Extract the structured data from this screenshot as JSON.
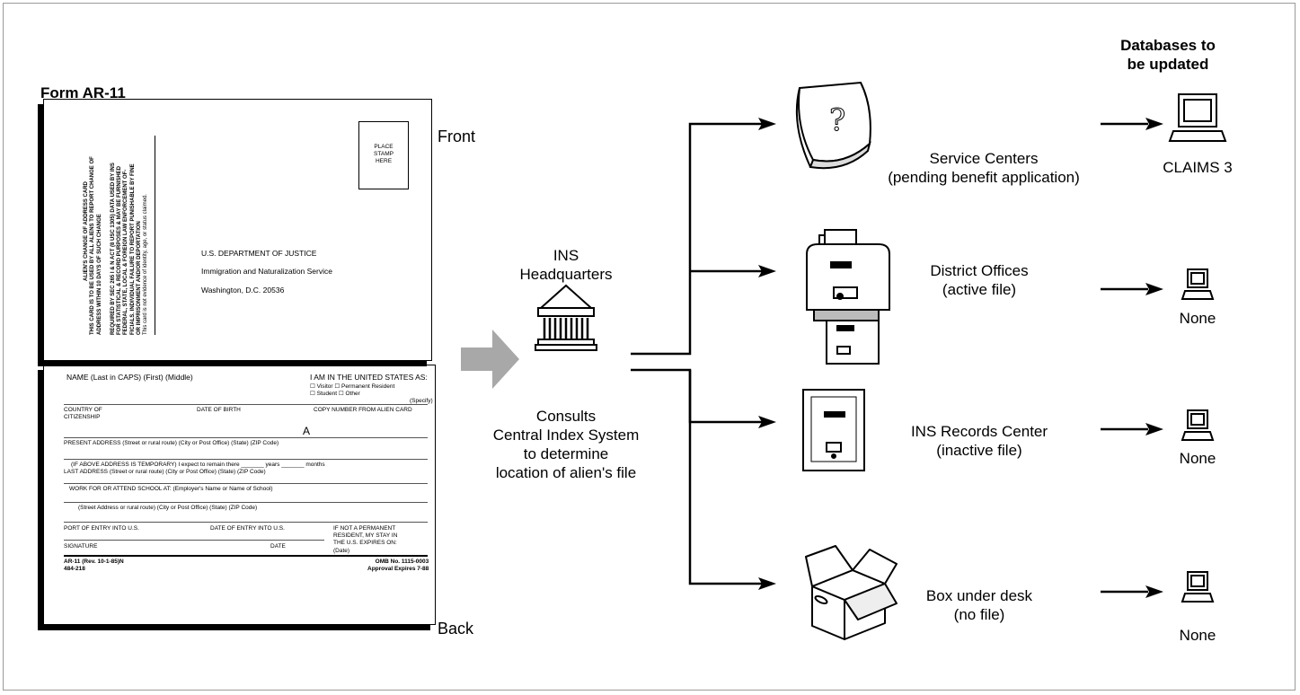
{
  "header": {
    "databases_title": [
      "Databases to",
      "be updated"
    ],
    "form_title": "Form AR-11",
    "front_label": "Front",
    "back_label": "Back"
  },
  "front_card": {
    "stamp": [
      "PLACE",
      "STAMP",
      "HERE"
    ],
    "address": [
      "U.S. DEPARTMENT OF JUSTICE",
      "Immigration and Naturalization Service",
      "Washington, D.C.  20536"
    ],
    "side_title": "ALIEN'S CHANGE OF ADDRESS CARD",
    "side_text": [
      "THIS CARD IS TO BE USED BY ALL ALIENS TO REPORT CHANGE OF",
      "ADDRESS WITHIN 10 DAYS OF SUCH CHANGE",
      "",
      "REQUIRED BY SEC 265 I & N ACT (8 USC 1305) DATA USED BY INS",
      "FOR STATISTICAL & RECORD PURPOSES & MAY BE FURNISHED",
      "FEDERAL, STATE, LOCAL & FOREIGN LAW ENFORCEMENT OF-",
      "FICIALS.  INDIVIDUAL FAILURE TO REPORT PUNISHABLE BY FINE",
      "OR IMPRISONMENT AND/OR DEPORTATION"
    ],
    "side_note": "This card is not evidence of identity, age, or status claimed."
  },
  "back_card": {
    "name_field": "NAME (Last in CAPS)        (First)        (Middle)",
    "status_heading": "I AM IN THE UNITED STATES AS:",
    "status_row1": "☐ Visitor    ☐ Permanent Resident",
    "status_row2": "☐ Student   ☐ Other",
    "specify": "(Specify)",
    "country": [
      "COUNTRY OF",
      "CITIZENSHIP"
    ],
    "dob": "DATE OF BIRTH",
    "copy_number": "COPY NUMBER FROM ALIEN CARD",
    "a_letter": "A",
    "present_address": "PRESENT ADDRESS        (Street or rural route)        (City or Post Office)            (State)                    (ZIP Code)",
    "temporary": "(IF ABOVE ADDRESS IS TEMPORARY) I expect to remain there _______ years _______ months",
    "last_address": "LAST ADDRESS           (Street or rural route)           (City or Post Office)            (State)                    (ZIP Code)",
    "work_school": "WORK FOR OR ATTEND SCHOOL AT: (Employer's Name or Name of School)",
    "street_school": "(Street Address or rural route)            (City or Post Office)            (State)                    (ZIP Code)",
    "port_entry": "PORT OF ENTRY INTO U.S.",
    "date_entry": "DATE OF ENTRY INTO U.S.",
    "not_permanent": [
      "IF NOT A PERMANENT",
      "RESIDENT, MY STAY IN",
      "THE U.S. EXPIRES ON:"
    ],
    "signature": "SIGNATURE",
    "date": "DATE",
    "date_paren": "(Date)",
    "form_number": [
      "AR-11 (Rev. 10-1-85)N",
      "484-218"
    ],
    "omb": [
      "OMB No. 1115-0003",
      "Approval Expires 7-88"
    ]
  },
  "hq": {
    "label": [
      "INS",
      "Headquarters"
    ],
    "consults": [
      "Consults",
      "Central Index System",
      "to determine",
      "location of alien's file"
    ]
  },
  "destinations": [
    {
      "name": "Service Centers",
      "detail": "(pending benefit application)",
      "database": "CLAIMS 3",
      "icon": "question-document-icon"
    },
    {
      "name": "District Offices",
      "detail": "(active file)",
      "database": "None",
      "icon": "open-file-cabinet-icon"
    },
    {
      "name": "INS Records Center",
      "detail": "(inactive file)",
      "database": "None",
      "icon": "file-cabinet-icon"
    },
    {
      "name": "Box under desk",
      "detail": "(no file)",
      "database": "None",
      "icon": "cardboard-box-icon"
    }
  ]
}
